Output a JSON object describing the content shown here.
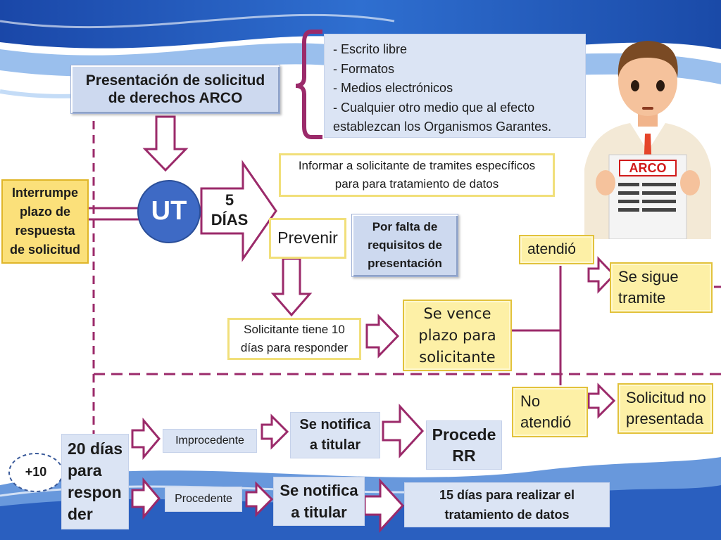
{
  "presentacion": "Presentación de solicitud de derechos ARCO",
  "medios": [
    "- Escrito libre",
    "- Formatos",
    "- Medios electrónicos",
    "- Cualquier otro medio que al efecto",
    "establezcan los Organismos Garantes."
  ],
  "arco_badge": "ARCO",
  "interrumpe": "Interrumpe plazo de respuesta de solicitud",
  "ut": "UT",
  "cinco_dias": [
    "5",
    "DÍAS"
  ],
  "informar": "Informar a solicitante de tramites específicos para para tratamiento de datos",
  "prevenir": "Prevenir",
  "por_falta": "Por falta de requisitos de presentación",
  "atendio": "atendió",
  "se_sigue": "Se sigue tramite",
  "solicitante_tiene": "Solicitante tiene 10 días para responder",
  "se_vence": "Se vence plazo para solicitante",
  "no_atendio": "No atendió",
  "solicitud_no": "Solicitud no presentada",
  "veinte_dias": [
    "20 días",
    "para",
    "respon",
    "der"
  ],
  "mas_diez": "+10",
  "improcedente": "Improcedente",
  "se_notifica_1": "Se notifica a titular",
  "procede_rr": "Procede RR",
  "procedente": "Procedente",
  "se_notifica_2": "Se notifica a titular",
  "quince_dias": "15 días para realizar el tratamiento de datos",
  "colors": {
    "magenta": "#9b2a6a",
    "blue_wave": "#1f4fb0",
    "yellow_box": "#fdf0a6",
    "blue_box": "#dbe4f4",
    "ut_circle": "#3e6ac5"
  }
}
